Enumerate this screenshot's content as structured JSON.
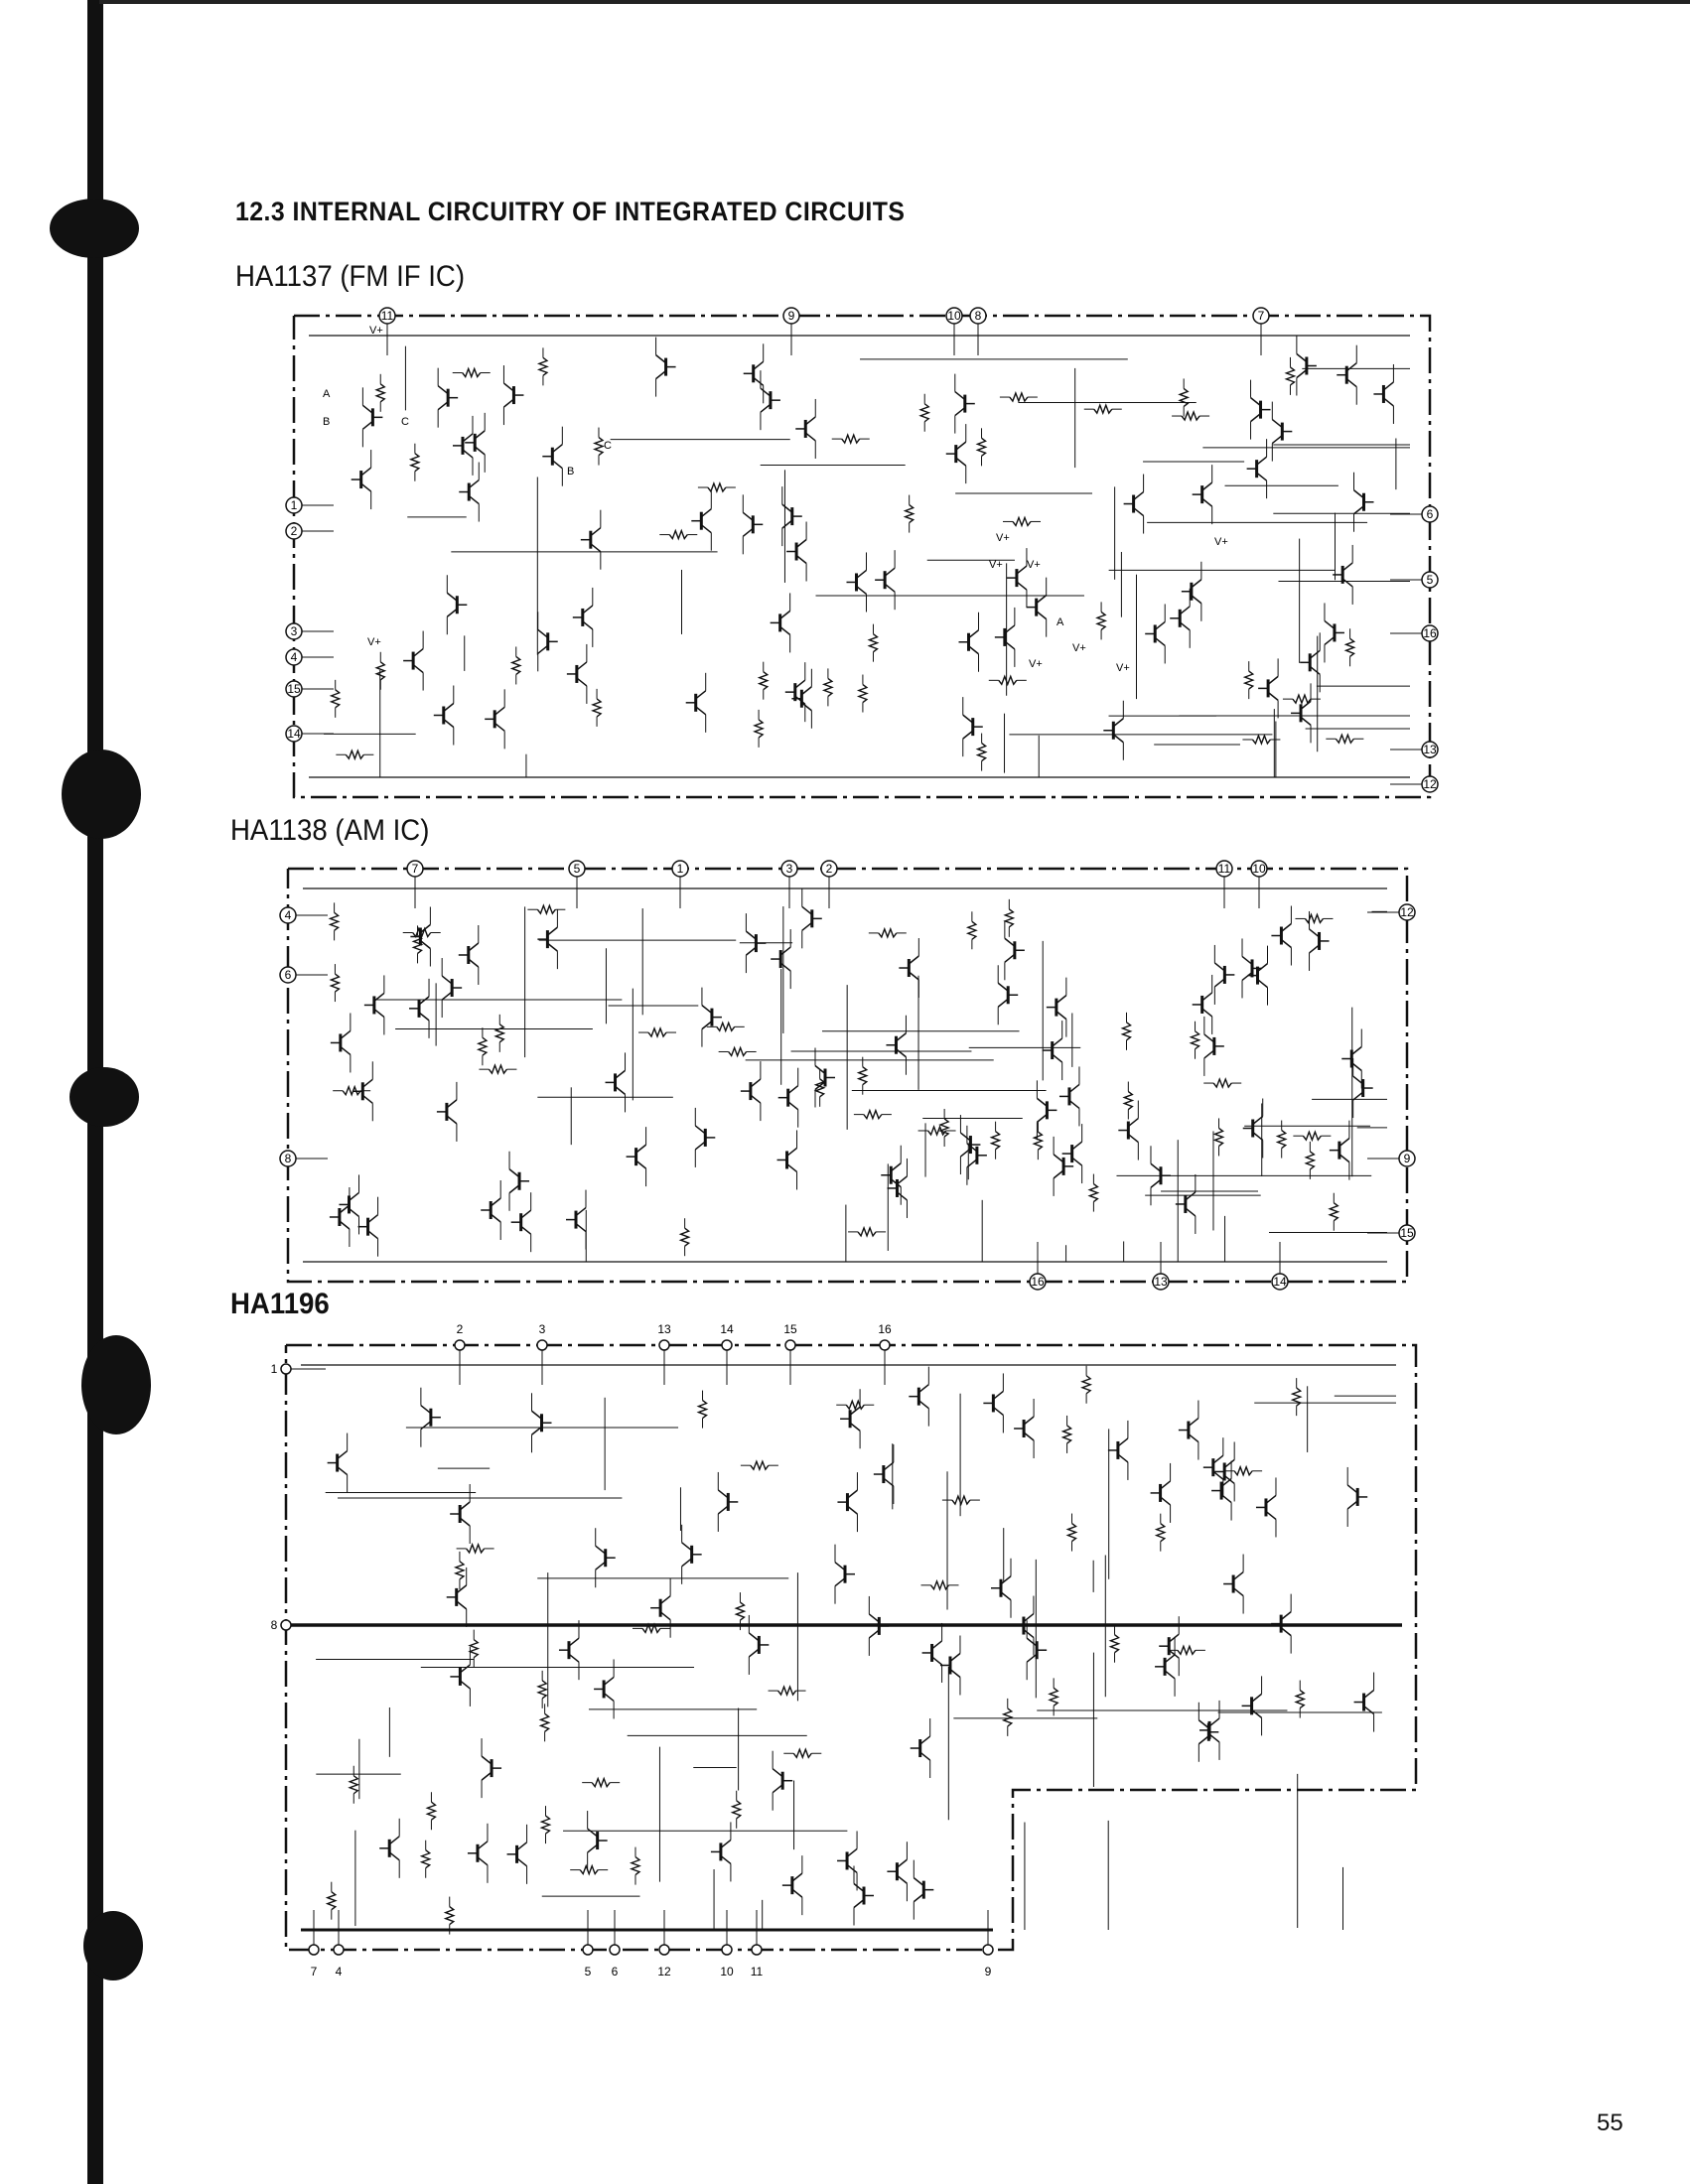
{
  "section_title": "12.3  INTERNAL CIRCUITRY OF INTEGRATED CIRCUITS",
  "diagrams": [
    {
      "title": "HA1137 (FM IF IC)",
      "pins": [
        "11",
        "9",
        "10",
        "8",
        "7",
        "1",
        "2",
        "3",
        "4",
        "15",
        "14",
        "6",
        "5",
        "16",
        "13",
        "12"
      ],
      "labels": [
        "V+",
        "A",
        "B",
        "C",
        "B",
        "C",
        "V+",
        "V+",
        "V+",
        "V+",
        "A",
        "V+",
        "V+",
        "V+",
        "V+"
      ]
    },
    {
      "title": "HA1138 (AM IC)",
      "pins": [
        "7",
        "5",
        "1",
        "3",
        "2",
        "11",
        "10",
        "4",
        "6",
        "8",
        "12",
        "9",
        "15",
        "16",
        "13",
        "14"
      ]
    },
    {
      "title": "HA1196",
      "pins": [
        "2",
        "3",
        "13",
        "14",
        "15",
        "16",
        "1",
        "8",
        "7",
        "4",
        "5",
        "6",
        "12",
        "10",
        "11",
        "9"
      ]
    }
  ],
  "page_number": "55"
}
